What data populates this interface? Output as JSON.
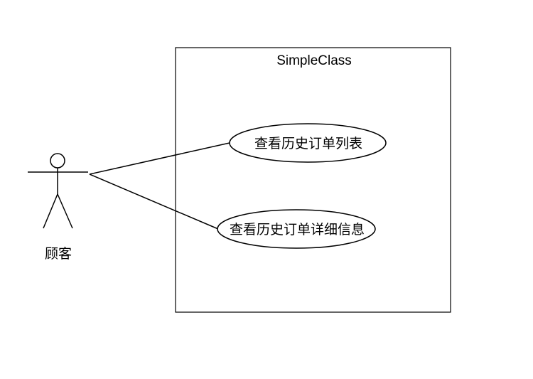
{
  "system": {
    "title": "SimpleClass"
  },
  "actor": {
    "name": "顾客"
  },
  "use_cases": [
    {
      "label": "查看历史订单列表"
    },
    {
      "label": "查看历史订单详细信息"
    }
  ],
  "colors": {
    "stroke": "#000000",
    "background": "#ffffff"
  }
}
